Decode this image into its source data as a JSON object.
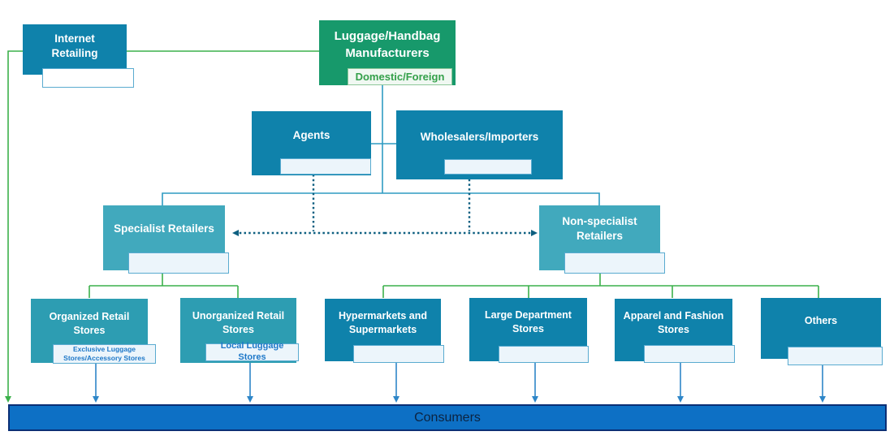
{
  "colors": {
    "teal_dark": "#0f82ab",
    "teal_mid": "#2d9db2",
    "teal_light": "#41a9bd",
    "green_box": "#17996b",
    "green_line": "#3cb04b",
    "teal_line": "#2e9bc2",
    "dotted_line": "#0d5f80",
    "arrow_blue": "#2e86c8",
    "subbox_fill": "#ecf5fb",
    "subbox_border": "#5aabd0",
    "domestic_fill": "#f0f8f2",
    "domestic_border": "#8ec79a",
    "domestic_text": "#34a04a",
    "sublabel_text": "#1e78c8",
    "bar_fill": "#0d70c5",
    "bar_border": "#0b2f75",
    "bar_text": "#0c2340",
    "box_text": "#ffffff"
  },
  "nodes": {
    "internet_retailing": {
      "label": "Internet Retailing"
    },
    "manufacturers": {
      "label": "Luggage/Handbag Manufacturers",
      "sublabel": "Domestic/Foreign"
    },
    "agents": {
      "label": "Agents"
    },
    "wholesalers": {
      "label": "Wholesalers/Importers"
    },
    "specialist": {
      "label": "Specialist Retailers"
    },
    "non_specialist": {
      "label": "Non-specialist Retailers"
    },
    "organized": {
      "label": "Organized Retail Stores",
      "sublabel": "Exclusive Luggage Stores/Accessory Stores"
    },
    "unorganized": {
      "label": "Unorganized Retail Stores",
      "sublabel": "Local Luggage Stores"
    },
    "hypermarkets": {
      "label": "Hypermarkets and Supermarkets"
    },
    "large_department": {
      "label": "Large Department Stores"
    },
    "apparel": {
      "label": "Apparel and Fashion Stores"
    },
    "others": {
      "label": "Others"
    },
    "consumers": {
      "label": "Consumers"
    }
  }
}
